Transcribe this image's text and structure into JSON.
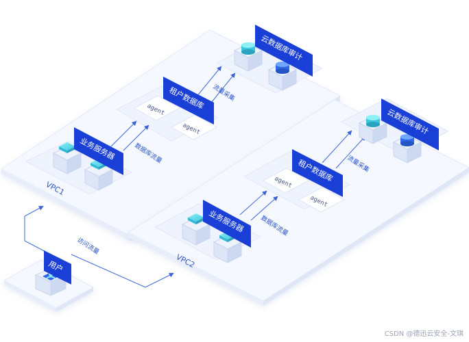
{
  "zones": {
    "vpc1": {
      "label": "VPC1"
    },
    "vpc2": {
      "label": "VPC2"
    }
  },
  "nodes": {
    "cloud_audit_1": "云数据库审计",
    "tenant_db_1": "租户数据库",
    "business_server_1": "业务服务器",
    "cloud_audit_2": "云数据库审计",
    "tenant_db_2": "租户数据库",
    "business_server_2": "业务服务器",
    "user": "用户"
  },
  "agents": {
    "vpc1": [
      "agent",
      "agent"
    ],
    "vpc2": [
      "agent",
      "agent"
    ]
  },
  "flows": {
    "traffic_collect_1": "流量采集",
    "db_traffic_1": "数据库流量",
    "traffic_collect_2": "流量采集",
    "db_traffic_2": "数据库流量",
    "access_traffic": "访问流量"
  },
  "colors": {
    "label_bg": "#1a3fd6",
    "label_text": "#ffffff",
    "platform_top": "#f4f7fd",
    "platform_edge": "#e6ecf8",
    "arrow": "#3b63d6",
    "cube_teal": "#4fd0e6",
    "cube_blue": "#2f67e6"
  },
  "watermark": "CSDN @德迅云安全-文琪"
}
